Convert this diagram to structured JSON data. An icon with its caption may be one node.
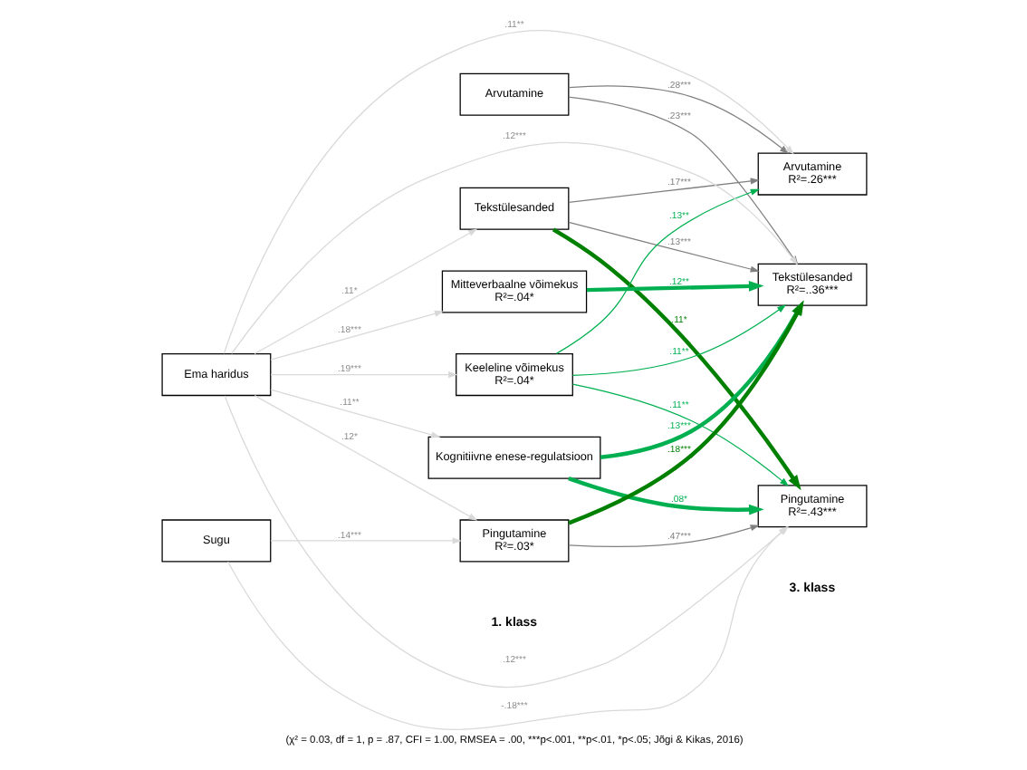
{
  "diagram": {
    "caption": "(χ² = 0.03, df = 1, p = .87, CFI = 1.00, RMSEA = .00, ***p<.001, **p<.01, *p<.05; Jõgi & Kikas, 2016)",
    "nodes": [
      {
        "text": [
          "Arvutamine"
        ]
      },
      {
        "text": [
          "Tekstülesanded"
        ]
      },
      {
        "text": [
          "Mitteverbaalne võimekus",
          "R²=.04*"
        ]
      },
      {
        "text": [
          "Keeleline võimekus",
          "R²=.04*"
        ]
      },
      {
        "text": [
          "Kognitiivne enese-regulatsioon"
        ]
      },
      {
        "text": [
          "Pingutamine",
          "R²=.03*"
        ]
      },
      {
        "text": [
          "Ema haridus"
        ]
      },
      {
        "text": [
          "Sugu"
        ]
      },
      {
        "text": [
          "Arvutamine",
          "R²=.26***"
        ]
      },
      {
        "text": [
          "Tekstülesanded",
          "R²=..36***"
        ]
      },
      {
        "text": [
          "Pingutamine",
          "R²=.43***"
        ]
      }
    ],
    "edges": [
      {
        "from": 0,
        "to": 8,
        "arrow": "to",
        "label": ".28***"
      },
      {
        "from": 0,
        "to": 9,
        "arrow": "to",
        "label": ".23***"
      },
      {
        "from": 1,
        "to": 8,
        "arrow": "to",
        "label": ".17***"
      },
      {
        "from": 1,
        "to": 9,
        "arrow": "to",
        "label": ".13***"
      },
      {
        "from": 1,
        "to": 10,
        "arrow": "to",
        "label": ".11*",
        "style": "thick",
        "color": "#008000"
      },
      {
        "from": 2,
        "to": 9,
        "arrow": "to",
        "label": ".12**",
        "style": "thick",
        "color": "#00b050"
      },
      {
        "from": 3,
        "to": 8,
        "arrow": "to",
        "label": ".13**",
        "color": "#00b050"
      },
      {
        "from": 3,
        "to": 9,
        "arrow": "to",
        "label": ".11**",
        "color": "#00b050"
      },
      {
        "from": 3,
        "to": 10,
        "arrow": "to",
        "label": ".11**",
        "color": "#00b050"
      },
      {
        "from": 4,
        "to": 9,
        "arrow": "to",
        "label": ".13***",
        "style": "thick",
        "color": "#00b050"
      },
      {
        "from": 4,
        "to": 10,
        "arrow": "to",
        "label": ".08*",
        "style": "thick",
        "color": "#00b050"
      },
      {
        "from": 5,
        "to": 9,
        "arrow": "to",
        "label": ".18***",
        "style": "thick",
        "color": "#008000"
      },
      {
        "from": 5,
        "to": 10,
        "arrow": "to",
        "label": ".47***"
      },
      {
        "from": 6,
        "to": 1,
        "arrow": "to",
        "label": ".11*",
        "color": "#d9d9d9"
      },
      {
        "from": 6,
        "to": 2,
        "arrow": "to",
        "label": ".18***",
        "color": "#d9d9d9"
      },
      {
        "from": 6,
        "to": 3,
        "arrow": "to",
        "label": ".19***",
        "color": "#d9d9d9"
      },
      {
        "from": 6,
        "to": 4,
        "arrow": "to",
        "label": ".11**",
        "color": "#d9d9d9"
      },
      {
        "from": 6,
        "to": 5,
        "arrow": "to",
        "label": ".12*",
        "color": "#d9d9d9"
      },
      {
        "from": 7,
        "to": 5,
        "arrow": "to",
        "label": ".14***",
        "color": "#d9d9d9"
      },
      {
        "from": 7,
        "to": 10,
        "arrow": "to",
        "label": "-.18***",
        "color": "#d9d9d9"
      },
      {
        "from": 6,
        "to": 10,
        "arrow": "to",
        "label": ".12***",
        "color": "#d9d9d9"
      },
      {
        "from": 6,
        "to": 8,
        "arrow": "to",
        "label": ".11**",
        "color": "#d9d9d9"
      },
      {
        "from": 6,
        "to": 9,
        "arrow": "to",
        "label": ".12***",
        "color": "#d9d9d9"
      }
    ],
    "labels": [
      "1. klass",
      "3. klass"
    ]
  }
}
